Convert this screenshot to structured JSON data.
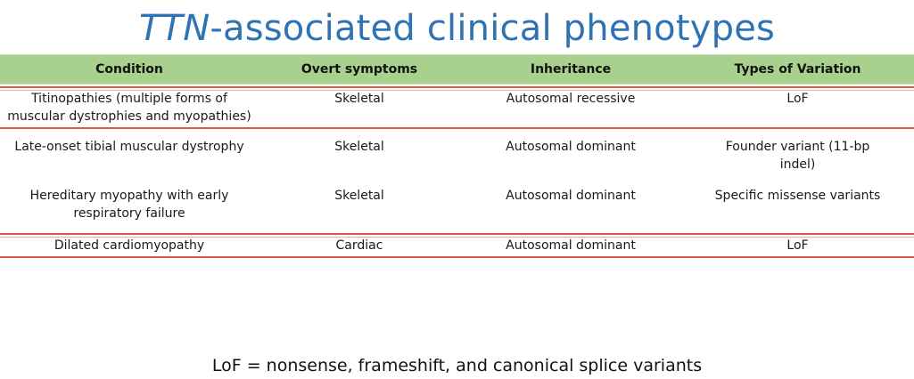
{
  "title": {
    "gene": "TTN",
    "rest": "-associated clinical phenotypes"
  },
  "table": {
    "headers": [
      "Condition",
      "Overt symptoms",
      "Inheritance",
      "Types of Variation"
    ],
    "rows": [
      {
        "condition": "Titinopathies  (multiple forms of muscular dystrophies and myopathies)",
        "symptoms": "Skeletal",
        "inheritance": "Autosomal recessive",
        "variation": "LoF"
      },
      {
        "condition": "Late-onset tibial muscular dystrophy",
        "symptoms": "Skeletal",
        "inheritance": "Autosomal dominant",
        "variation": "Founder variant (11-bp indel)"
      },
      {
        "condition": "Hereditary myopathy with early respiratory failure",
        "symptoms": "Skeletal",
        "inheritance": "Autosomal dominant",
        "variation": "Specific missense variants"
      },
      {
        "condition": "Dilated cardiomyopathy",
        "symptoms": "Cardiac",
        "inheritance": "Autosomal dominant",
        "variation": "LoF"
      }
    ]
  },
  "footnote": "LoF = nonsense, frameshift, and canonical splice variants",
  "colors": {
    "title": "#2e74b5",
    "header_bg": "#a9d18e",
    "row_frame": "#e05a4a"
  }
}
